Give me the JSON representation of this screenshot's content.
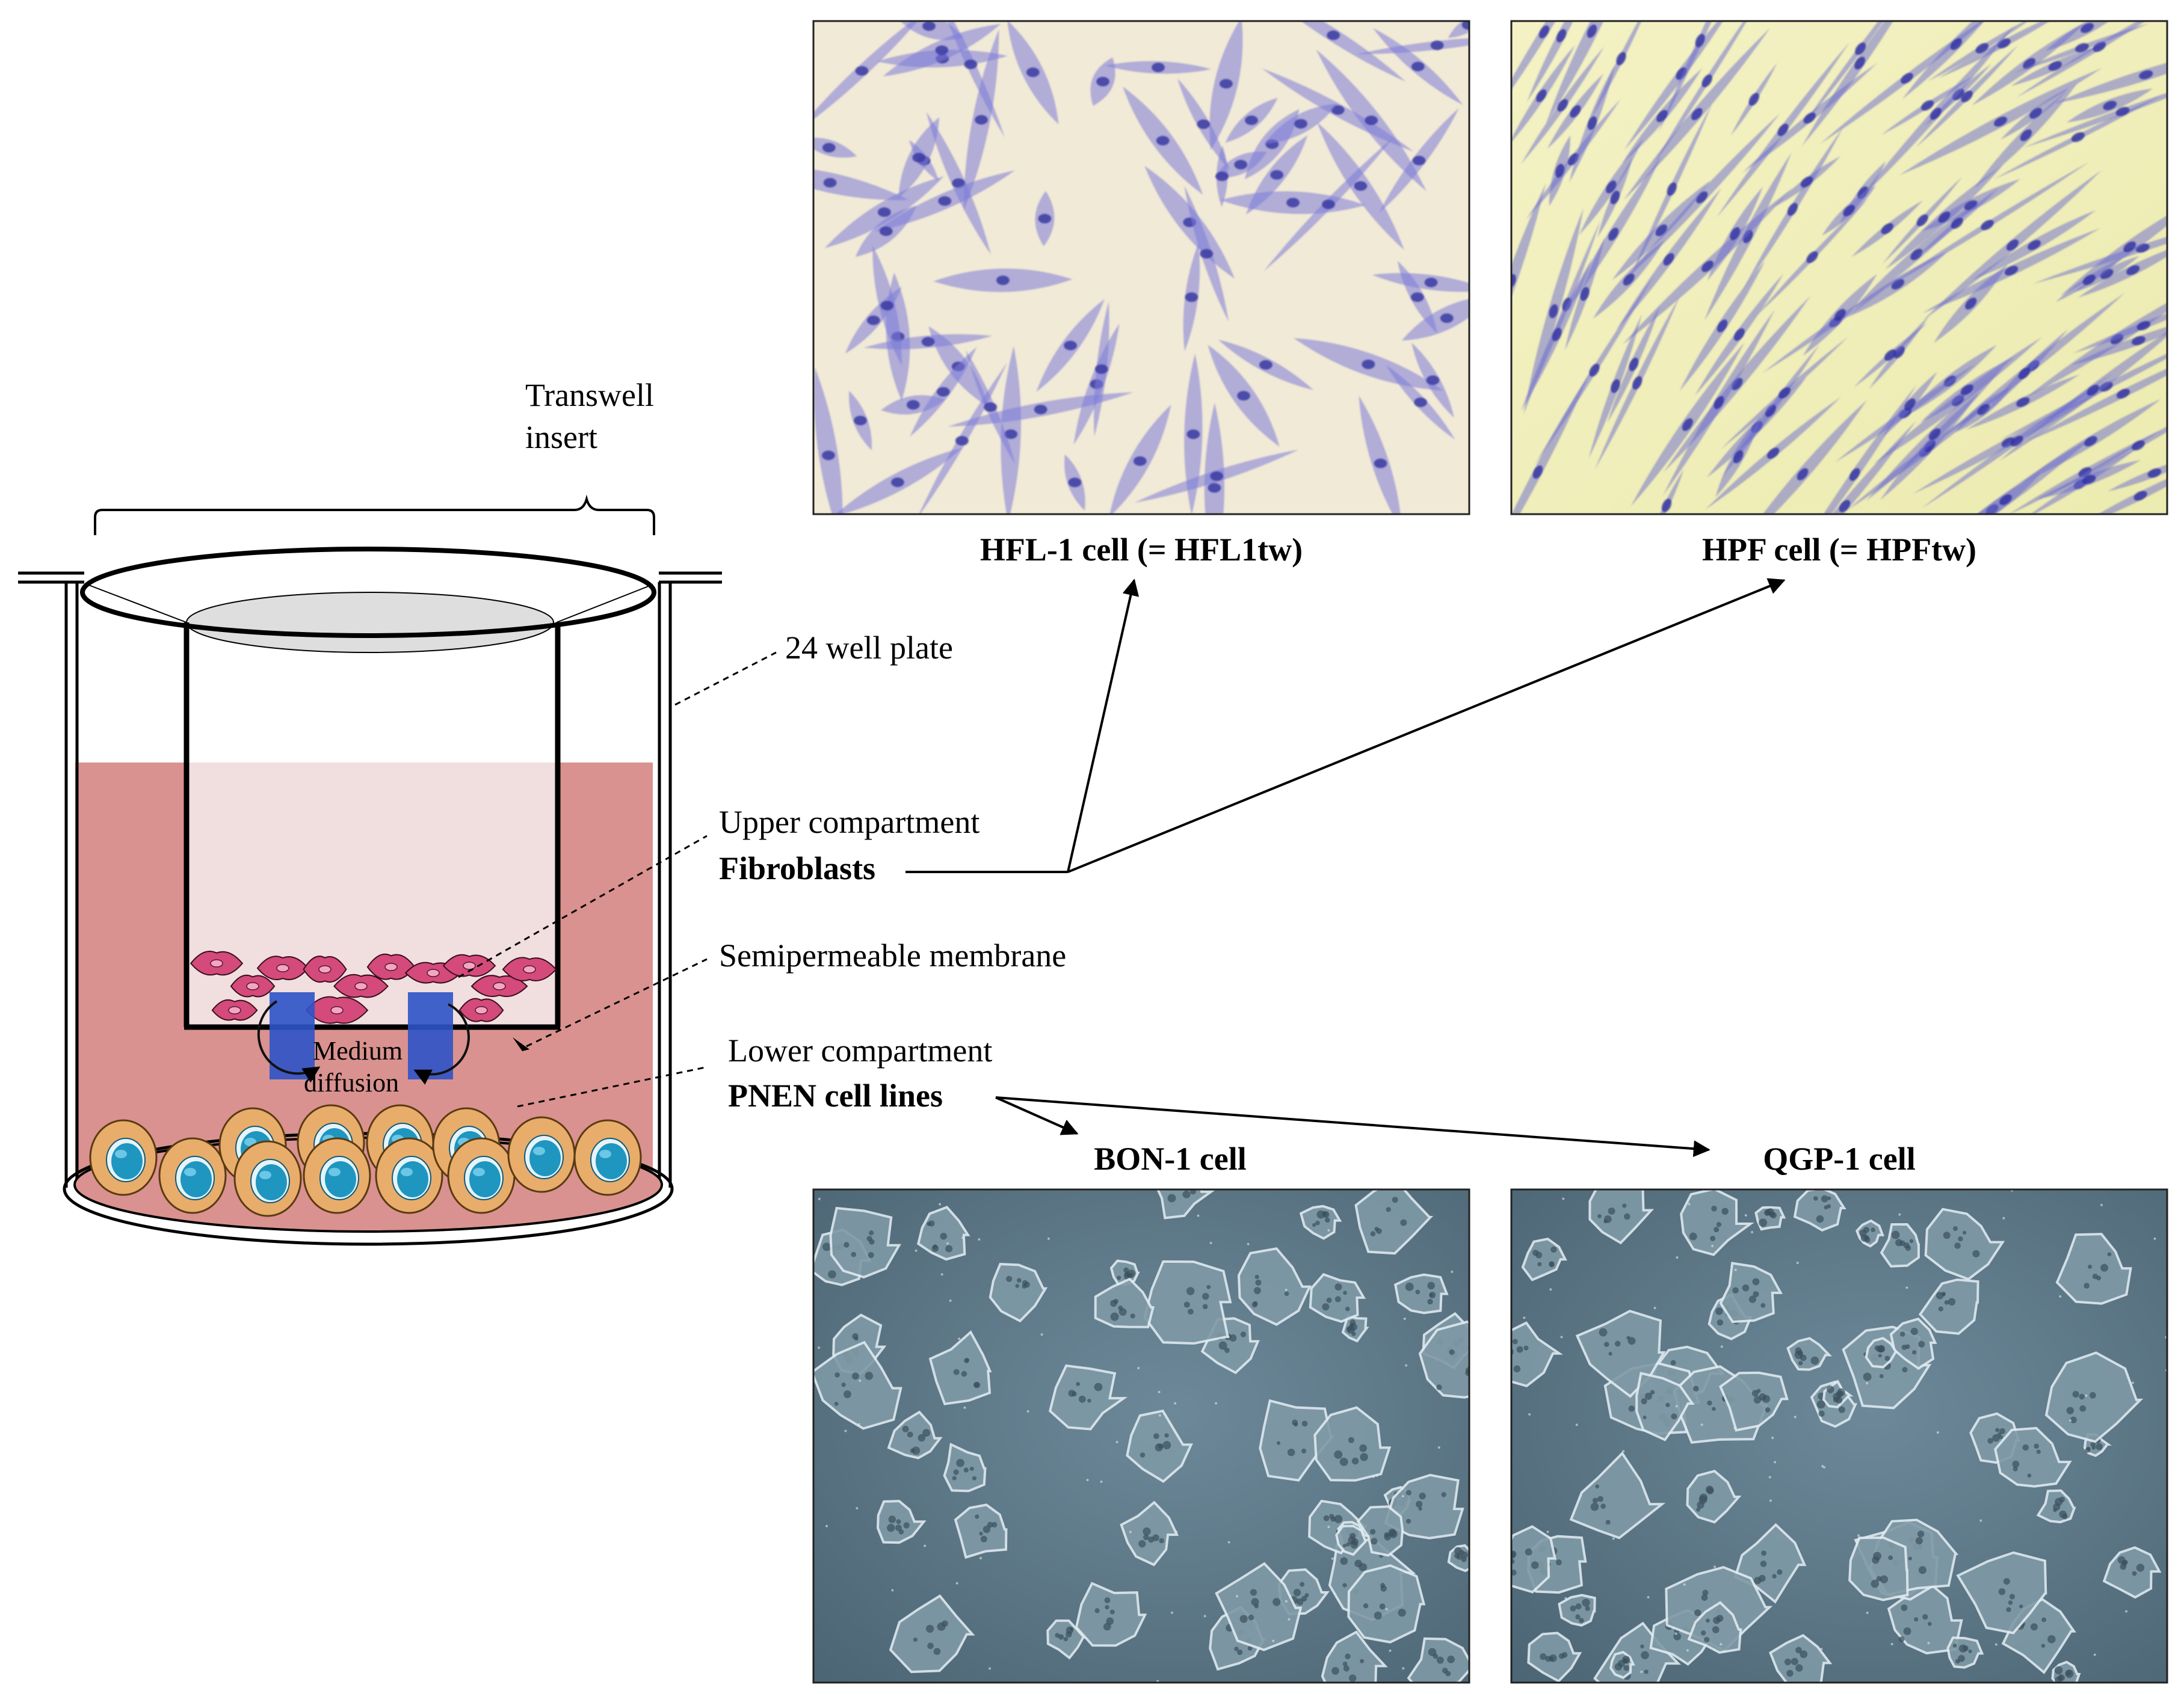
{
  "labels": {
    "transwell_insert_line1": "Transwell",
    "transwell_insert_line2": "insert",
    "well_plate": "24 well plate",
    "upper_compartment": "Upper compartment",
    "fibroblasts": "Fibroblasts",
    "semipermeable_membrane": "Semipermeable membrane",
    "lower_compartment": "Lower compartment",
    "pnen_cell_lines": "PNEN cell lines",
    "medium_line1": "Medium",
    "medium_line2": "diffusion"
  },
  "panels": {
    "hfl1": {
      "caption": "HFL-1 cell (= HFL1tw)"
    },
    "hpf": {
      "caption": "HPF cell (= HPFtw)"
    },
    "bon1": {
      "caption": "BON-1 cell"
    },
    "qgp1": {
      "caption": "QGP-1 cell"
    }
  },
  "colors": {
    "medium_outer": "#d9928f",
    "medium_inner": "#f1dede",
    "membrane_disc": "#dedede",
    "fibroblast_cell": "#d44a7a",
    "pnen_cell": "#e8ad6a",
    "pnen_nucleus": "#1f96c0",
    "diffusion_block": "#2d53c8",
    "stain_purple": "#6a6ad0",
    "hfl_background": "#f1ead6",
    "hpf_background": "#f2f0b8",
    "phase_background": "#5f7c8c"
  }
}
